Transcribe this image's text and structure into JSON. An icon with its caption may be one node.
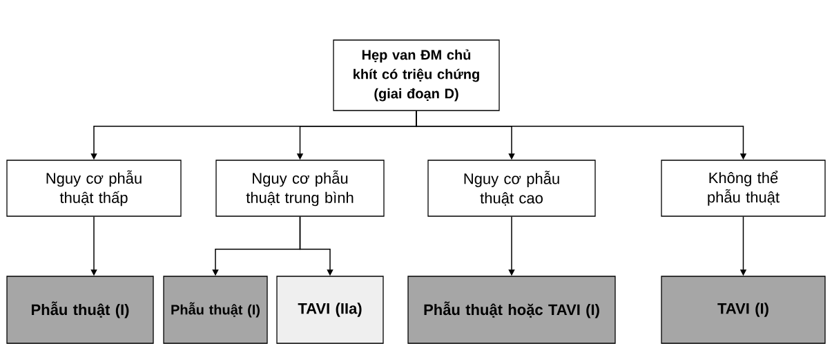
{
  "diagram": {
    "nodes": [
      {
        "text": [
          "Hẹp van ĐM chủ khít có triệu chứng (giai đoạn D)"
        ]
      },
      {
        "text": [
          "Nguy cơ phẫu thuật thấp"
        ]
      },
      {
        "text": [
          "Nguy cơ phẫu thuật trung bình"
        ]
      },
      {
        "text": [
          "Nguy cơ phẫu thuật cao"
        ]
      },
      {
        "text": [
          "Không thể phẫu thuật"
        ]
      },
      {
        "text": [
          "Phẫu thuật (I)"
        ]
      },
      {
        "text": [
          "Phẫu thuật (I)"
        ]
      },
      {
        "text": [
          "TAVI (IIa)"
        ]
      },
      {
        "text": [
          "Phẫu thuật hoặc TAVI (I)"
        ]
      },
      {
        "text": [
          "TAVI (I)"
        ]
      }
    ],
    "edges": [
      {
        "from": 0,
        "to": 1,
        "arrow": "to"
      },
      {
        "from": 0,
        "to": 2,
        "arrow": "to"
      },
      {
        "from": 0,
        "to": 3,
        "arrow": "to"
      },
      {
        "from": 0,
        "to": 4,
        "arrow": "to"
      },
      {
        "from": 1,
        "to": 5,
        "arrow": "to"
      },
      {
        "from": 2,
        "to": 6,
        "arrow": "to"
      },
      {
        "from": 2,
        "to": 7,
        "arrow": "to"
      },
      {
        "from": 3,
        "to": 8,
        "arrow": "to"
      },
      {
        "from": 4,
        "to": 9,
        "arrow": "to"
      }
    ]
  }
}
